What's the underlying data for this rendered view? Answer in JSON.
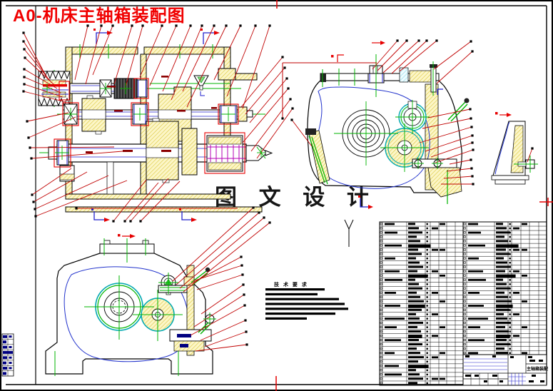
{
  "page": {
    "title": "A0-机床主轴箱装配图",
    "watermark": "图 文 设 计"
  },
  "notes": {
    "heading": "技 术 要 求",
    "line_count": 7
  },
  "title_block": {
    "drawing_name": "主轴箱装配"
  },
  "views": {
    "main_section": "spindle-box-longitudinal-section",
    "top_right": "spindle-box-side-elevation",
    "bottom_left": "spindle-box-side-elevation-2",
    "far_right": "wall-bolt-detail"
  },
  "colors": {
    "leader_red": "#c00000",
    "highlight_red": "#e60000",
    "centerline_green": "#00b400",
    "outline_blue": "#2222cc",
    "part_yellow": "#fcf6c8",
    "hatch_yellow": "#dcc83c",
    "ring_cyan": "#00a8b0",
    "spindle_magenta": "#b400b4",
    "strip_navy": "#000080",
    "title_red": "#f00000"
  }
}
